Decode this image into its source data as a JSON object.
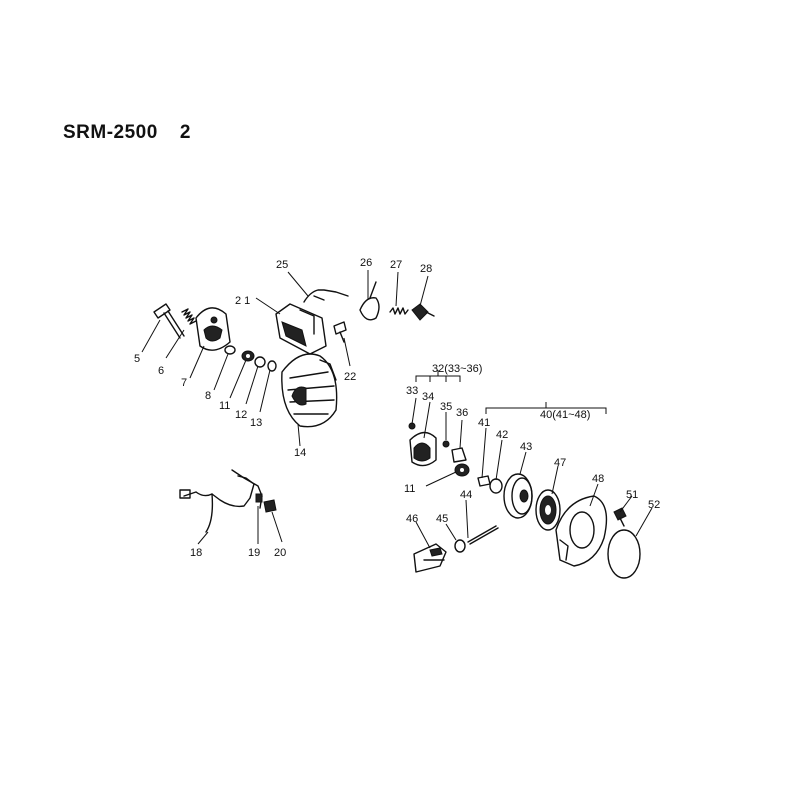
{
  "header": {
    "model": "SRM-2500",
    "page": "2"
  },
  "labels": {
    "l5": "5",
    "l6": "6",
    "l7": "7",
    "l8": "8",
    "l11a": "11",
    "l12": "12",
    "l13": "13",
    "l14": "14",
    "l18": "18",
    "l19": "19",
    "l20": "20",
    "l21": "2 1",
    "l22": "22",
    "l25": "25",
    "l26": "26",
    "l27": "27",
    "l28": "28",
    "l32": "32(33~36)",
    "l33": "33",
    "l34": "34",
    "l35": "35",
    "l36": "36",
    "l40": "40(41~48)",
    "l41": "41",
    "l42": "42",
    "l43": "43",
    "l47": "47",
    "l48": "48",
    "l11b": "11",
    "l44": "44",
    "l45": "45",
    "l46": "46",
    "l51": "51",
    "l52": "52"
  }
}
